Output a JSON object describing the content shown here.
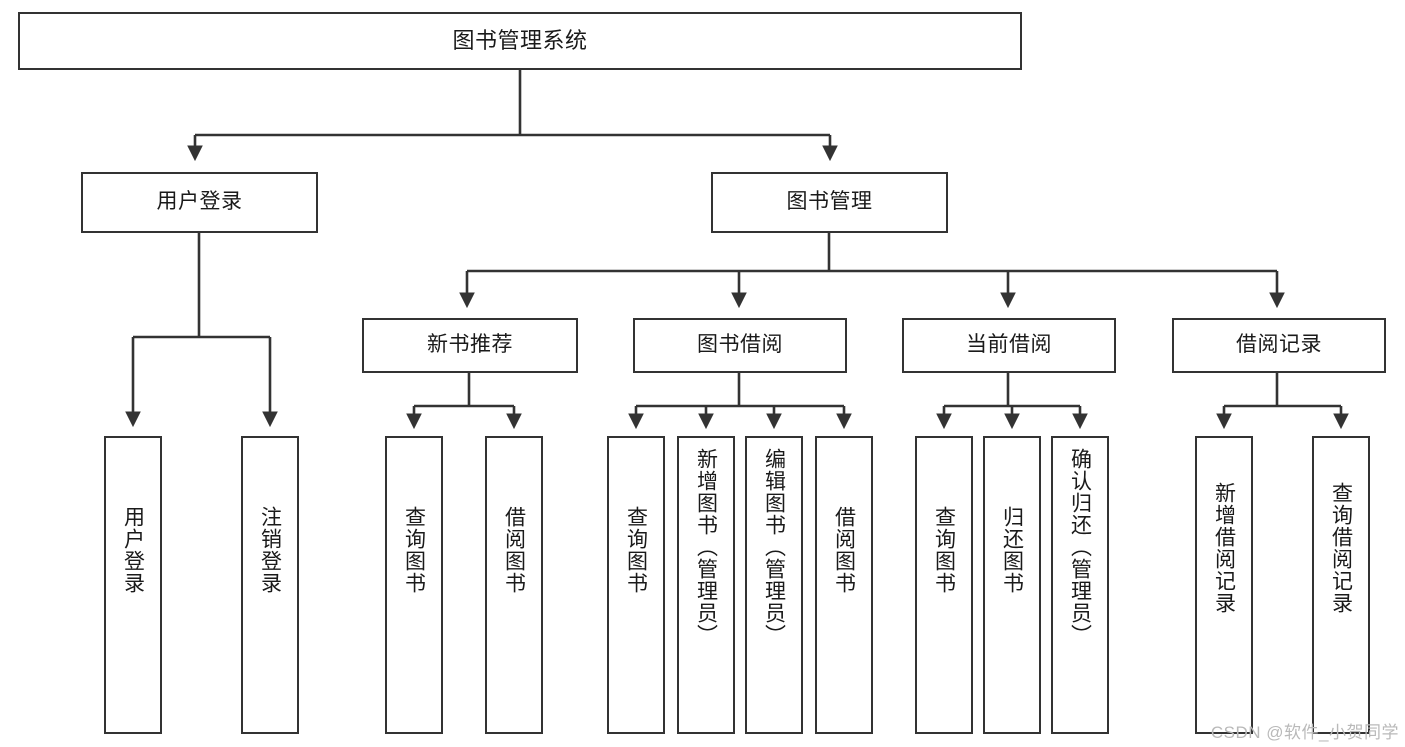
{
  "diagram": {
    "type": "tree",
    "title": "图书管理系统",
    "colors": {
      "box_border": "#333333",
      "box_fill": "#ffffff",
      "line": "#333333",
      "text": "#1a1a1a",
      "watermark": "#b9b9b9"
    },
    "nodes": {
      "root": {
        "label": "图书管理系统"
      },
      "level1": [
        {
          "id": "user-login",
          "label": "用户登录"
        },
        {
          "id": "book-manage",
          "label": "图书管理"
        }
      ],
      "level2": [
        {
          "id": "new-book-recommend",
          "label": "新书推荐"
        },
        {
          "id": "book-borrow",
          "label": "图书借阅"
        },
        {
          "id": "current-borrow",
          "label": "当前借阅"
        },
        {
          "id": "borrow-record",
          "label": "借阅记录"
        }
      ],
      "leaves": {
        "user_login": [
          {
            "id": "leaf-user-login",
            "label": "用户登录"
          },
          {
            "id": "leaf-logout-login",
            "label": "注销登录"
          }
        ],
        "new_book_recommend": [
          {
            "id": "leaf-query-book-1",
            "label": "查询图书"
          },
          {
            "id": "leaf-borrow-book-1",
            "label": "借阅图书"
          }
        ],
        "book_borrow": [
          {
            "id": "leaf-query-book-2",
            "label": "查询图书"
          },
          {
            "id": "leaf-add-book",
            "label": "新增图书（管理员）"
          },
          {
            "id": "leaf-edit-book",
            "label": "编辑图书（管理员）"
          },
          {
            "id": "leaf-borrow-book-2",
            "label": "借阅图书"
          }
        ],
        "current_borrow": [
          {
            "id": "leaf-query-book-3",
            "label": "查询图书"
          },
          {
            "id": "leaf-return-book",
            "label": "归还图书"
          },
          {
            "id": "leaf-confirm-return",
            "label": "确认归还（管理员）"
          }
        ],
        "borrow_record": [
          {
            "id": "leaf-add-borrow-record",
            "label": "新增借阅记录"
          },
          {
            "id": "leaf-query-borrow-record",
            "label": "查询借阅记录"
          }
        ]
      }
    },
    "watermark": "CSDN @软件_小贺同学"
  }
}
